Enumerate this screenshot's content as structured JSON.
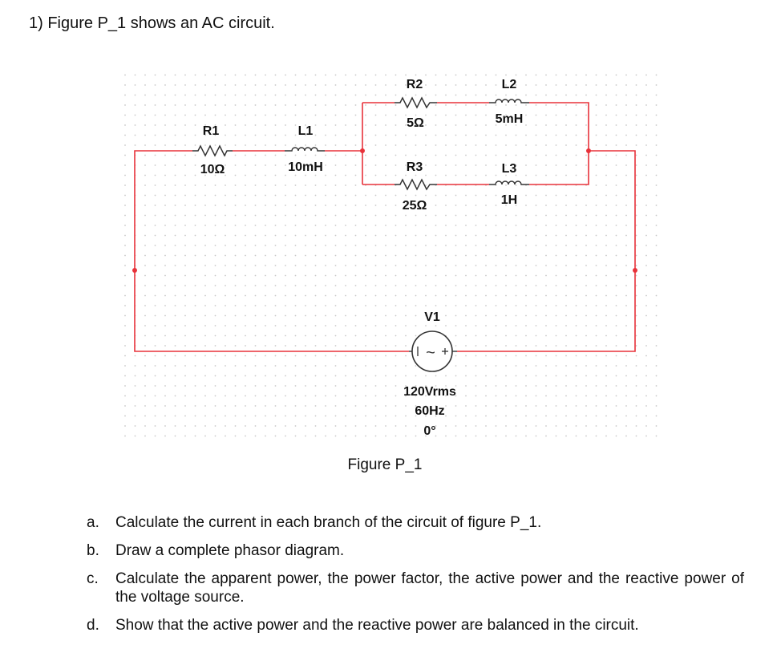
{
  "question": "1) Figure P_1 shows an AC circuit.",
  "figure": {
    "caption": "Figure P_1",
    "components": {
      "R1": {
        "label": "R1",
        "value": "10Ω"
      },
      "L1": {
        "label": "L1",
        "value": "10mH"
      },
      "R2": {
        "label": "R2",
        "value": "5Ω"
      },
      "L2": {
        "label": "L2",
        "value": "5mH"
      },
      "R3": {
        "label": "R3",
        "value": "25Ω"
      },
      "L3": {
        "label": "L3",
        "value": "1H"
      },
      "V1": {
        "label": "V1",
        "voltage": "120Vrms",
        "frequency": "60Hz",
        "phase": "0°",
        "symbol": "~"
      }
    },
    "colors": {
      "wire": "#e8323a",
      "node": "#e8323a",
      "component": "#333333",
      "grid_dot": "#c8c8c8"
    }
  },
  "tasks": [
    {
      "letter": "a.",
      "text": "Calculate the current in each branch of the circuit of figure P_1."
    },
    {
      "letter": "b.",
      "text": "Draw a complete phasor diagram."
    },
    {
      "letter": "c.",
      "text": "Calculate the apparent power, the power factor, the active power and the reactive power of the voltage source."
    },
    {
      "letter": "d.",
      "text": "Show that the active power and the reactive power are balanced in the circuit."
    }
  ]
}
